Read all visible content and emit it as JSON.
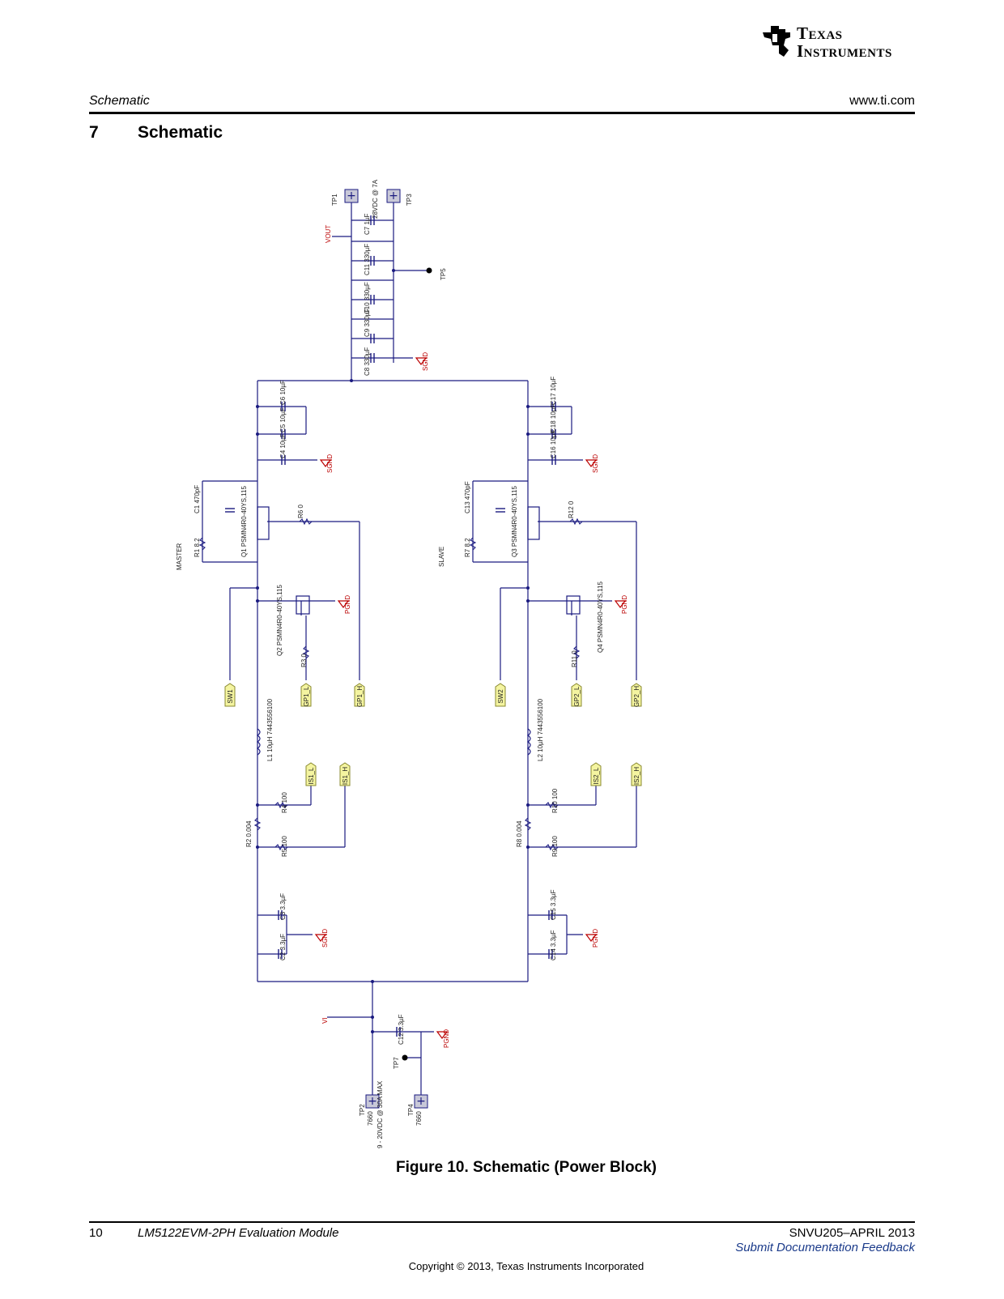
{
  "brand": {
    "name_line1": "Texas",
    "name_line2": "Instruments"
  },
  "header": {
    "left": "Schematic",
    "right": "www.ti.com"
  },
  "section": {
    "number": "7",
    "title": "Schematic"
  },
  "schematic": {
    "side_labels": {
      "master": "MASTER",
      "slave": "SLAVE"
    },
    "labels": {
      "tp1": "TP1",
      "tp3": "TP3",
      "tp5": "TP5",
      "tp2": "TP2",
      "tp4": "TP4",
      "tp7": "TP7",
      "vout_rating": "28VDC @ 7A",
      "vin_rating": "9 - 20VDC @ 30A MAX",
      "vout": "VOUT",
      "vin": "VI",
      "c7": "C7 1µF",
      "c11": "C11 330µF",
      "c10": "C10 330µF",
      "c9": "C9 330µF",
      "c8": "C8 330µF",
      "c6": "C6 10µF",
      "c5": "C5 10µF",
      "c4": "C4 10µF",
      "c17": "C17 10µF",
      "c18": "C18 10µF",
      "c16": "C16 10µF",
      "c1": "C1 470pF",
      "r1": "R1 8.2",
      "q1": "Q1 PSMN4R0-40YS,115",
      "c13": "C13 470pF",
      "r7": "R7 8.2",
      "q3": "Q3 PSMN4R0-40YS,115",
      "r6": "R6 0",
      "r12": "R12 0",
      "q2": "Q2 PSMN4R0-40YS,115",
      "q4": "Q4 PSMN4R0-40YS,115",
      "r3": "R3 0",
      "r11": "R11 0",
      "l1": "L1 10µH 7443556100",
      "l2": "L2 10µH 7443556100",
      "r2": "R2 0.004",
      "r8": "R8 0.004",
      "r4": "R4 100",
      "r5": "R5 100",
      "r10": "R10 100",
      "r9": "R9 100",
      "c3": "C3 3.3µF",
      "c2": "C2 3.3µF",
      "c15": "C15 3.3µF",
      "c14": "C14 3.3µF",
      "c12": "C12 3.3µF",
      "tp_part": "7660",
      "sgnd": "SGND",
      "pgnd": "PGND"
    },
    "flags": {
      "sw1": "SW1",
      "gp1_l": "GP1_L",
      "gp1_h": "GP1_H",
      "sw2": "SW2",
      "gp2_l": "GP2_L",
      "gp2_h": "GP2_H",
      "is1_l": "IS1_L",
      "is1_h": "IS1_H",
      "is2_l": "IS2_L",
      "is2_h": "IS2_H"
    }
  },
  "figure": {
    "caption": "Figure 10. Schematic (Power Block)"
  },
  "footer": {
    "page": "10",
    "title": "LM5122EVM-2PH Evaluation Module",
    "doc": "SNVU205–APRIL 2013",
    "feedback": "Submit Documentation Feedback",
    "copyright": "Copyright © 2013, Texas Instruments Incorporated"
  }
}
